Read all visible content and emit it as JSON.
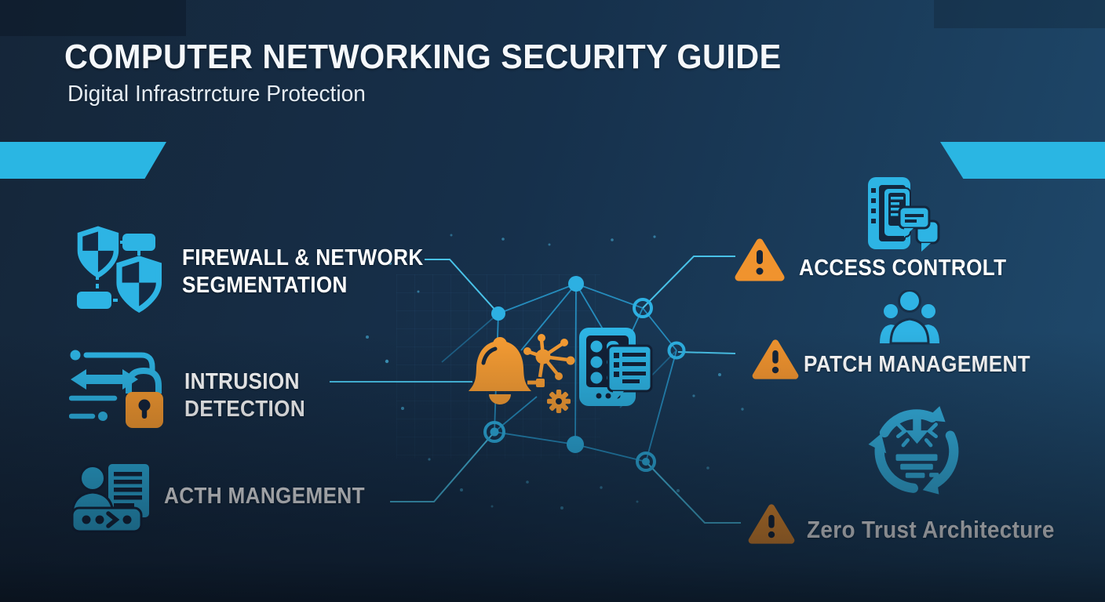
{
  "header": {
    "title": "COMPUTER NETWORKING SECURITY GUIDE",
    "subtitle": "Digital Infrastrrcture Protection"
  },
  "left_items": [
    {
      "line1": "FIREWALL & NETWORK",
      "line2": "SEGMENTATION",
      "icon": "shield-network-icon"
    },
    {
      "line1": "INTRUSION",
      "line2": "DETECTION",
      "icon": "intrusion-lock-icon"
    },
    {
      "line1": "ACTH MANGEMENT",
      "line2": "",
      "icon": "user-access-icon"
    }
  ],
  "right_items": [
    {
      "label": "ACCESS CONTROLT",
      "icon": "devices-chat-icon",
      "marker": "warning-triangle-icon"
    },
    {
      "label": "PATCH MANAGEMENT",
      "icon": "users-group-icon",
      "marker": "warning-triangle-icon"
    },
    {
      "label": "Zero Trust Architecture",
      "icon": "cycle-refresh-icon",
      "marker": "warning-triangle-icon"
    }
  ],
  "center_icons": [
    "alert-bell-icon",
    "network-hub-icon",
    "gear-icon",
    "device-checklist-icon",
    "network-mesh"
  ],
  "colors": {
    "accent_cyan": "#2db4e4",
    "accent_orange": "#f0932e",
    "background_dark": "#14273d",
    "background_light": "#1f4a6d",
    "text": "#f5f8fb"
  }
}
